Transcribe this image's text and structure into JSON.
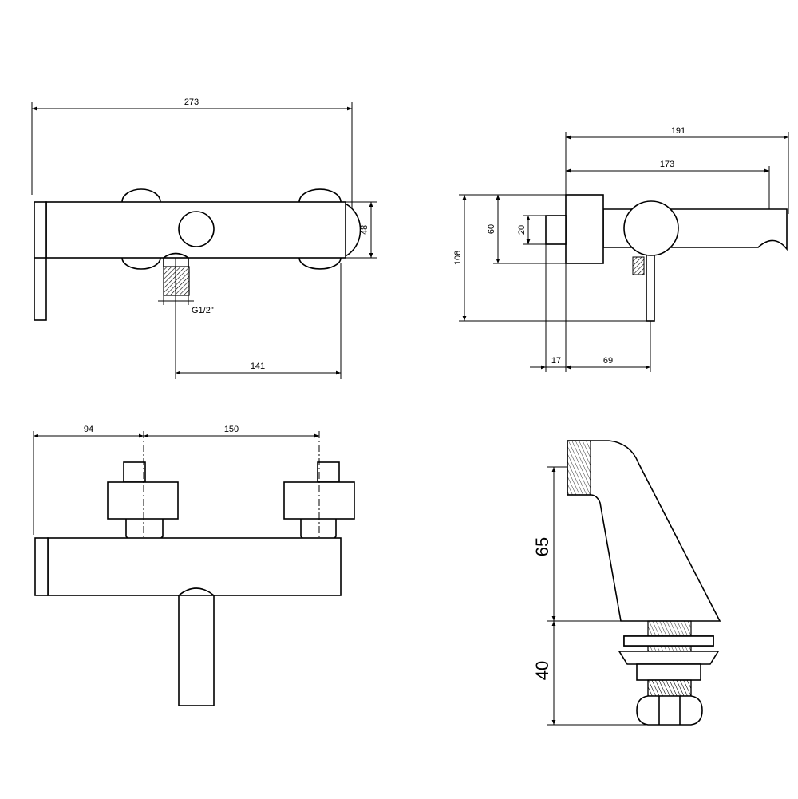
{
  "front_view": {
    "width": "273",
    "height": "48",
    "thread": "G1/2\"",
    "offset": "141"
  },
  "side_view": {
    "depth_total": "191",
    "depth_spout": "173",
    "height_total": "108",
    "height_body": "60",
    "stub": "20",
    "wall_gap": "17",
    "lever_offset": "69"
  },
  "top_view": {
    "edge_to_inlet": "94",
    "inlet_spacing": "150"
  },
  "connector_view": {
    "upper_height": "65",
    "lower_height": "40"
  }
}
